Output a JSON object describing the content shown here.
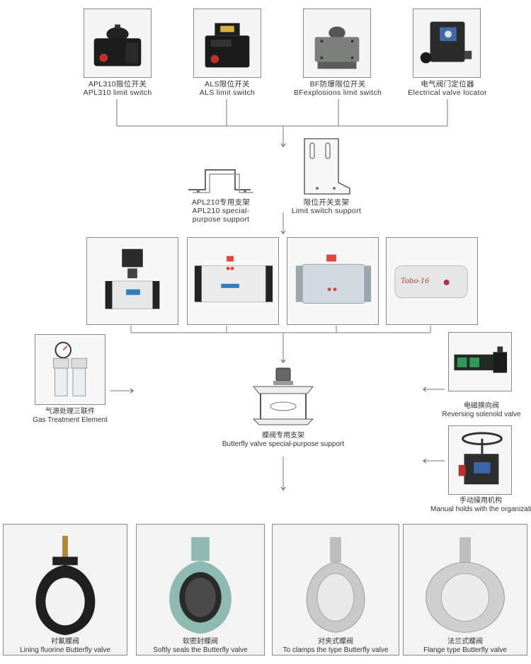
{
  "top_devices": [
    {
      "cn": "APL310限位开关",
      "en": "APL310 limit switch",
      "icon": "limit-switch-icon"
    },
    {
      "cn": "ALS限位开关",
      "en": "ALS limit switch",
      "icon": "limit-switch-icon"
    },
    {
      "cn": "BF防爆限位开关",
      "en": "BFexplosions limit switch",
      "icon": "explosion-proof-switch-icon"
    },
    {
      "cn": "电气阀门定位器",
      "en": "Electrical valve locator",
      "icon": "valve-positioner-icon"
    }
  ],
  "supports": [
    {
      "cn": "APL210专用支架",
      "en1": "APL210 special-",
      "en2": "purpose support",
      "icon": "bracket-icon"
    },
    {
      "cn": "限位开关支架",
      "en": "Limit switch support",
      "icon": "l-bracket-icon"
    }
  ],
  "actuators": [
    {
      "icon": "actuator-with-switch-icon"
    },
    {
      "icon": "pneumatic-actuator-icon"
    },
    {
      "icon": "pneumatic-actuator-icon"
    },
    {
      "icon": "electric-actuator-icon",
      "brand": "Tobo-16"
    }
  ],
  "gas_treatment": {
    "cn": "气源处理三联件",
    "en": "Gas Treatment Element",
    "icon": "filter-regulator-icon"
  },
  "center_support": {
    "cn": "蝶阀专用支架",
    "en": "Butterfly valve special-purpose support",
    "icon": "mounting-bracket-icon"
  },
  "solenoid": {
    "cn": "电磁换向阀",
    "en": "Reversing solenold valve",
    "icon": "solenoid-valve-icon"
  },
  "manual": {
    "cn": "手动操用机构",
    "en": "Manual holds with the organization",
    "icon": "handwheel-icon"
  },
  "valves": [
    {
      "cn": "衬氟蝶阀",
      "en": "Lining fluorine Butterfly valve",
      "icon": "butterfly-valve-icon"
    },
    {
      "cn": "软密封蝶阀",
      "en": "Softly seals the Butterfly valve",
      "icon": "butterfly-valve-icon"
    },
    {
      "cn": "对夹式蝶阀",
      "en": "To clamps the type Butterfly valve",
      "icon": "butterfly-valve-icon"
    },
    {
      "cn": "法兰式蝶阀",
      "en": "Flange type Butterfly valve",
      "icon": "flanged-valve-icon"
    }
  ]
}
